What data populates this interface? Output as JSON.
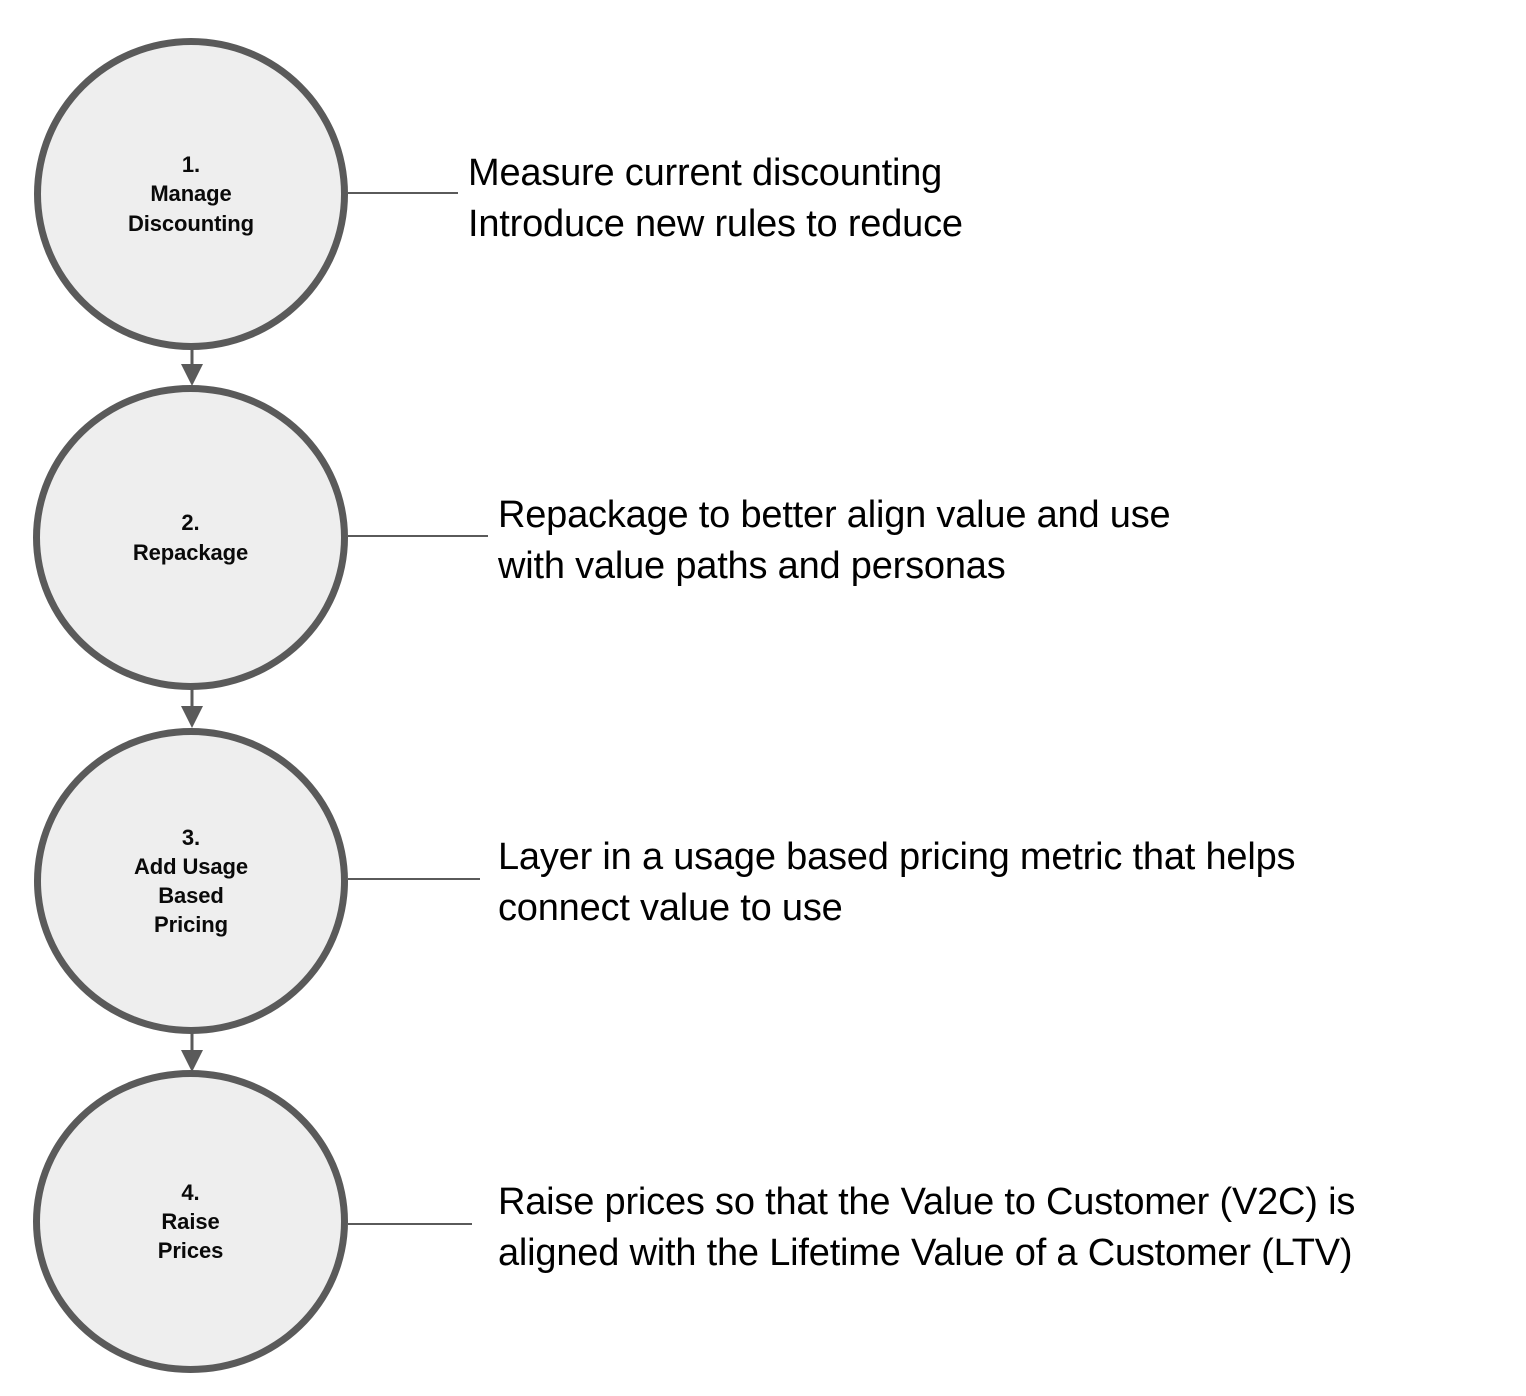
{
  "diagram": {
    "type": "vertical-flow",
    "background_color": "#ffffff",
    "node_fill_color": "#eeeeee",
    "node_border_color": "#5a5a5a",
    "connector_color": "#5a5a5a",
    "text_color": "#000000",
    "steps": [
      {
        "number": "1.",
        "title": "Manage\nDiscounting",
        "node_label": "1.\nManage\nDiscounting",
        "description": "Measure current discounting\nIntroduce new rules to reduce",
        "arrow_to_next": true
      },
      {
        "number": "2.",
        "title": "Repackage",
        "node_label": "2.\nRepackage",
        "description": "Repackage to better align value and use\nwith value paths and personas",
        "arrow_to_next": true
      },
      {
        "number": "3.",
        "title": "Add Usage\nBased\nPricing",
        "node_label": "3.\nAdd Usage\nBased\nPricing",
        "description": "Layer in a usage based pricing metric that helps\nconnect value to use",
        "arrow_to_next": true
      },
      {
        "number": "4.",
        "title": "Raise\nPrices",
        "node_label": "4.\nRaise\nPrices",
        "description": "Raise prices so that the Value to Customer (V2C) is\naligned with the Lifetime Value of a Customer (LTV)",
        "arrow_to_next": false
      }
    ]
  }
}
